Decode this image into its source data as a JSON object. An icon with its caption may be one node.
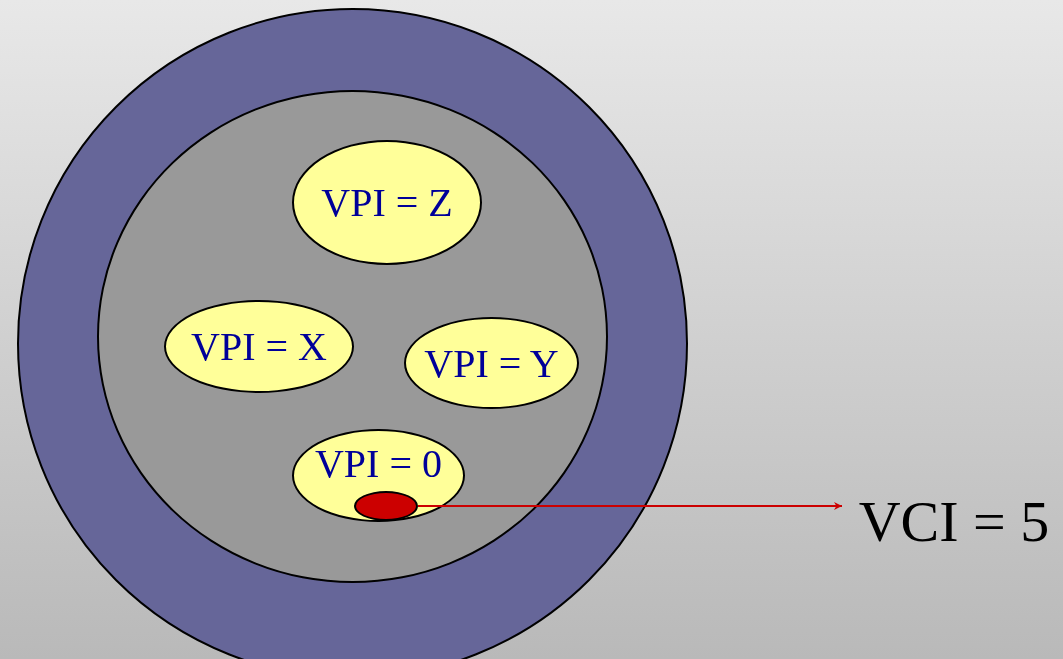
{
  "diagram": {
    "nodes": [
      {
        "text": [],
        "shape": "circle"
      },
      {
        "text": [],
        "shape": "circle",
        "in": 0
      },
      {
        "text": [
          "VPI = Z"
        ],
        "in": 1
      },
      {
        "text": [
          "VPI = X"
        ],
        "in": 1
      },
      {
        "text": [
          "VPI = Y"
        ],
        "in": 1
      },
      {
        "text": [
          "VPI = 0"
        ],
        "in": 1
      },
      {
        "text": [],
        "shape": "circle",
        "in": 5
      },
      {
        "text": [
          "VCI = 5"
        ]
      }
    ],
    "edges": [
      {
        "from": 6,
        "to": 7,
        "arrow": "to",
        "color": "#cc0000"
      }
    ]
  }
}
